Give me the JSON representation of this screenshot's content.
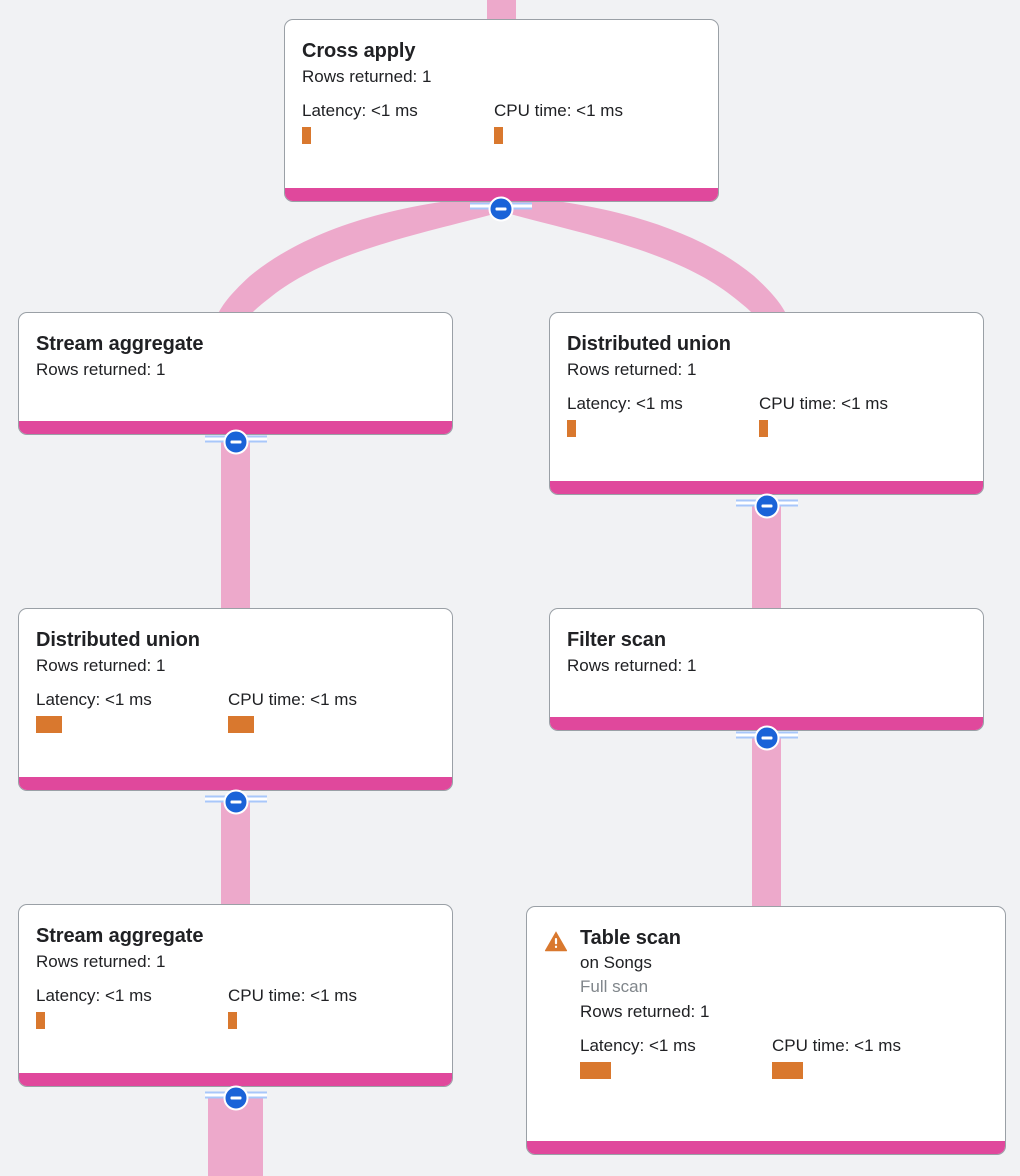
{
  "view": {
    "name": "query-execution-plan",
    "background_color": "#F1F2F4",
    "node_border_color": "#9AA0A6",
    "node_footer_color": "#E0489C",
    "edge_color": "#EDA9CB",
    "metric_bar_color": "#D9782E",
    "toggle_color": "#1A63D8",
    "muted_text_color": "#80868B"
  },
  "labels": {
    "rows_returned_prefix": "Rows returned:",
    "latency_prefix": "Latency:",
    "cpu_prefix": "CPU time:"
  },
  "nodes": [
    {
      "id": "cross-apply",
      "title": "Cross apply",
      "rows_returned": "Rows returned: 1",
      "latency_label": "Latency: <1 ms",
      "cpu_label": "CPU time: <1 ms",
      "latency_bar_width": 9,
      "cpu_bar_width": 9,
      "warning": false,
      "subtitle": null,
      "scan_note": null
    },
    {
      "id": "stream-aggregate-top",
      "title": "Stream aggregate",
      "rows_returned": "Rows returned: 1",
      "latency_label": null,
      "cpu_label": null,
      "latency_bar_width": 0,
      "cpu_bar_width": 0,
      "warning": false,
      "subtitle": null,
      "scan_note": null
    },
    {
      "id": "distributed-union-right",
      "title": "Distributed union",
      "rows_returned": "Rows returned: 1",
      "latency_label": "Latency: <1 ms",
      "cpu_label": "CPU time: <1 ms",
      "latency_bar_width": 9,
      "cpu_bar_width": 9,
      "warning": false,
      "subtitle": null,
      "scan_note": null
    },
    {
      "id": "distributed-union-left",
      "title": "Distributed union",
      "rows_returned": "Rows returned: 1",
      "latency_label": "Latency: <1 ms",
      "cpu_label": "CPU time: <1 ms",
      "latency_bar_width": 26,
      "cpu_bar_width": 26,
      "warning": false,
      "subtitle": null,
      "scan_note": null
    },
    {
      "id": "filter-scan",
      "title": "Filter scan",
      "rows_returned": "Rows returned: 1",
      "latency_label": null,
      "cpu_label": null,
      "latency_bar_width": 0,
      "cpu_bar_width": 0,
      "warning": false,
      "subtitle": null,
      "scan_note": null
    },
    {
      "id": "stream-aggregate-bottom",
      "title": "Stream aggregate",
      "rows_returned": "Rows returned: 1",
      "latency_label": "Latency: <1 ms",
      "cpu_label": "CPU time: <1 ms",
      "latency_bar_width": 9,
      "cpu_bar_width": 9,
      "warning": false,
      "subtitle": null,
      "scan_note": null
    },
    {
      "id": "table-scan",
      "title": "Table scan",
      "rows_returned": "Rows returned: 1",
      "latency_label": "Latency: <1 ms",
      "cpu_label": "CPU time: <1 ms",
      "latency_bar_width": 31,
      "cpu_bar_width": 31,
      "warning": true,
      "subtitle": "on Songs",
      "scan_note": "Full scan"
    }
  ]
}
